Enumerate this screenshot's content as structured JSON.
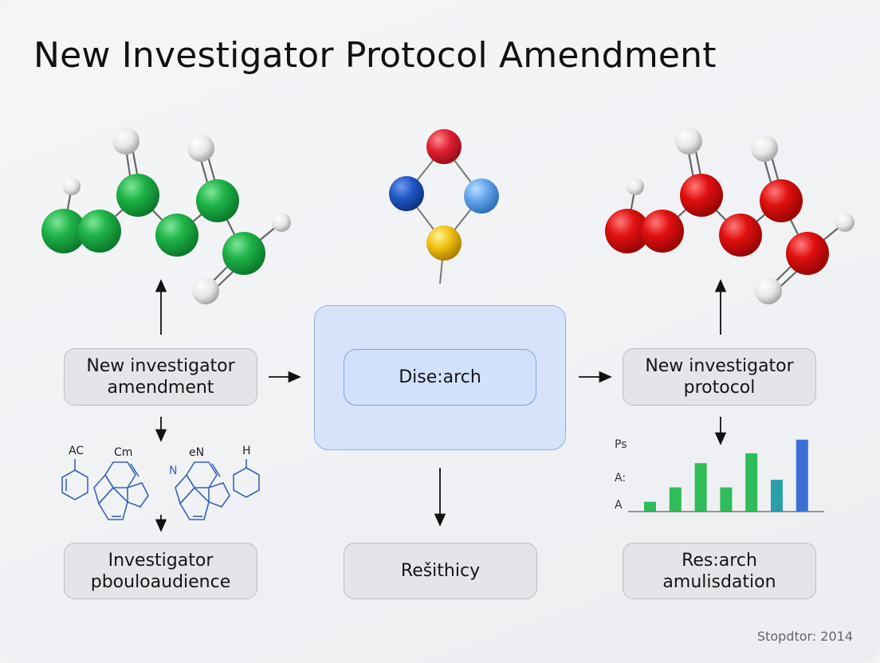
{
  "title": "New Investigator Protocol Amendment",
  "boxes": {
    "left_top": "New investigator\namendment",
    "left_bottom": "Investigator\npbouloaudience",
    "center": "Dise:arch",
    "center_bottom": "Rešithicy",
    "right_top": "New investigator\nprotocol",
    "right_bottom": "Res:arch\namulisdation"
  },
  "chem_labels": [
    "AC",
    "Cm",
    "eN",
    "N",
    "H"
  ],
  "mini_chart": {
    "axis_labels": [
      "Ps",
      "A:",
      "A"
    ],
    "bars": [
      {
        "value": 1.3,
        "color": "#2ebd5a"
      },
      {
        "value": 3.2,
        "color": "#2ebd5a"
      },
      {
        "value": 6.4,
        "color": "#2ebd5a"
      },
      {
        "value": 3.2,
        "color": "#2ebd5a"
      },
      {
        "value": 7.7,
        "color": "#2ebd5a"
      },
      {
        "value": 4.2,
        "color": "#2a9fa8"
      },
      {
        "value": 9.5,
        "color": "#3b6fd6"
      }
    ],
    "max": 10
  },
  "molecule_colors": {
    "green": "#1fa640",
    "red": "#dd1010",
    "white": "#f2f2f2",
    "blue_dark": "#1f56c4",
    "blue_light": "#62a4ea",
    "yellow": "#f0c010",
    "red_atom": "#e01e30"
  },
  "footer": "Stopdtor: 2014"
}
